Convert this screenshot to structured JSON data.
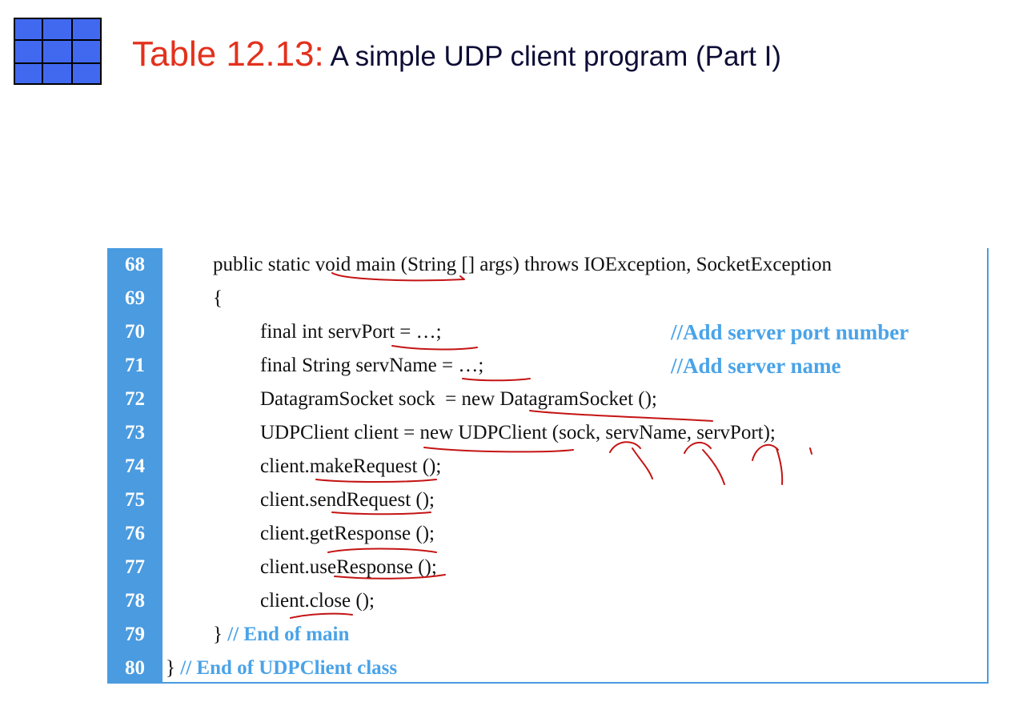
{
  "header": {
    "title_number": "Table 12.13:",
    "title_text": " A simple UDP client program (Part I)"
  },
  "code": {
    "lines": [
      {
        "num": "68",
        "text": "public static void main (String [] args) throws IOException, SocketException"
      },
      {
        "num": "69",
        "text": "{"
      },
      {
        "num": "70",
        "text": "final int servPort = …;",
        "comment": "//Add server port number"
      },
      {
        "num": "71",
        "text": "final String servName = …;",
        "comment": "//Add server name"
      },
      {
        "num": "72",
        "text": "DatagramSocket sock  = new DatagramSocket ();"
      },
      {
        "num": "73",
        "text": "UDPClient client = new UDPClient (sock, servName, servPort);"
      },
      {
        "num": "74",
        "text": "client.makeRequest ();"
      },
      {
        "num": "75",
        "text": "client.sendRequest ();"
      },
      {
        "num": "76",
        "text": "client.getResponse ();"
      },
      {
        "num": "77",
        "text": "client.useResponse ();"
      },
      {
        "num": "78",
        "text": "client.close ();"
      },
      {
        "num": "79",
        "text": "} ",
        "comment": "// End of main"
      },
      {
        "num": "80",
        "text": "} ",
        "comment": "// End of UDPClient class"
      }
    ]
  },
  "colors": {
    "title_number": "#e2311d",
    "title_text": "#0d0d36",
    "gutter": "#4a9be0",
    "comment": "#4aa3e8",
    "logo": "#4169f0",
    "annotation_ink": "#c41414"
  },
  "icons": {
    "logo": "table-grid-icon"
  }
}
